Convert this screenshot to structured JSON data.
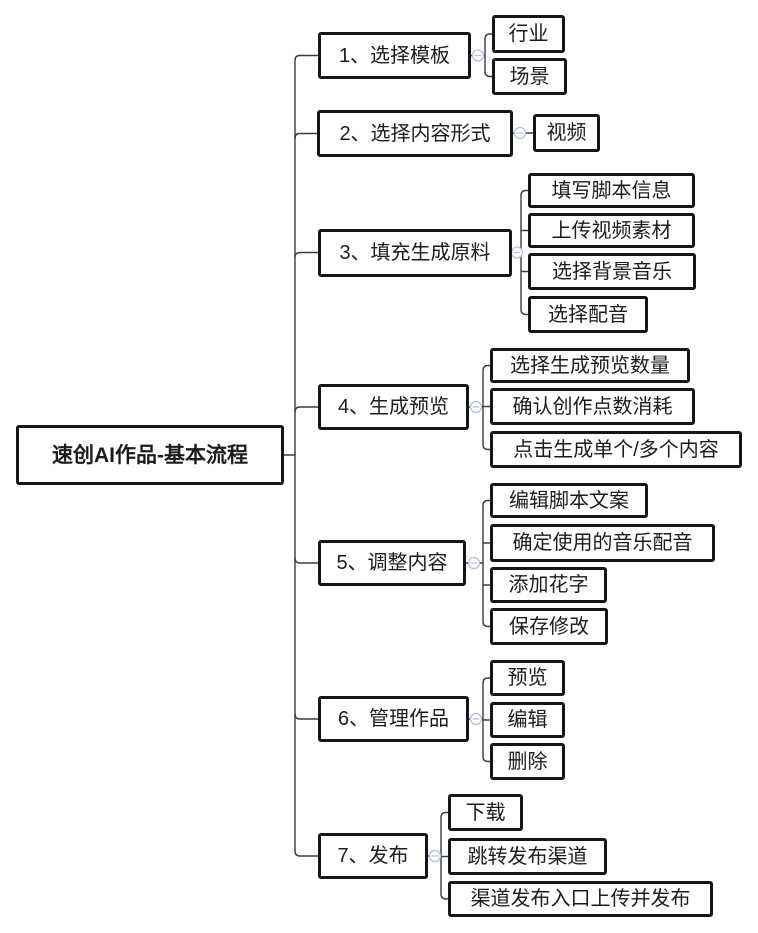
{
  "diagram": {
    "title": "速创AI作品-基本流程",
    "root": {
      "label": "速创AI作品-基本流程"
    },
    "branches": [
      {
        "label": "1、选择模板",
        "children": [
          "行业",
          "场景"
        ]
      },
      {
        "label": "2、选择内容形式",
        "children": [
          "视频"
        ]
      },
      {
        "label": "3、填充生成原料",
        "children": [
          "填写脚本信息",
          "上传视频素材",
          "选择背景音乐",
          "选择配音"
        ]
      },
      {
        "label": "4、生成预览",
        "children": [
          "选择生成预览数量",
          "确认创作点数消耗",
          "点击生成单个/多个内容"
        ]
      },
      {
        "label": "5、调整内容",
        "children": [
          "编辑脚本文案",
          "确定使用的音乐配音",
          "添加花字",
          "保存修改"
        ]
      },
      {
        "label": "6、管理作品",
        "children": [
          "预览",
          "编辑",
          "删除"
        ]
      },
      {
        "label": "7、发布",
        "children": [
          "下载",
          "跳转发布渠道",
          "渠道发布入口上传并发布"
        ]
      }
    ],
    "toggle": {
      "state": "expanded",
      "glyph": "minus"
    },
    "colors": {
      "background": "#ffffff",
      "node_border": "#161616",
      "node_fill": "#ffffff",
      "text": "#1c1c1c",
      "connector": "#3c3c3c",
      "toggle_accent": "#b4c0e4"
    }
  }
}
